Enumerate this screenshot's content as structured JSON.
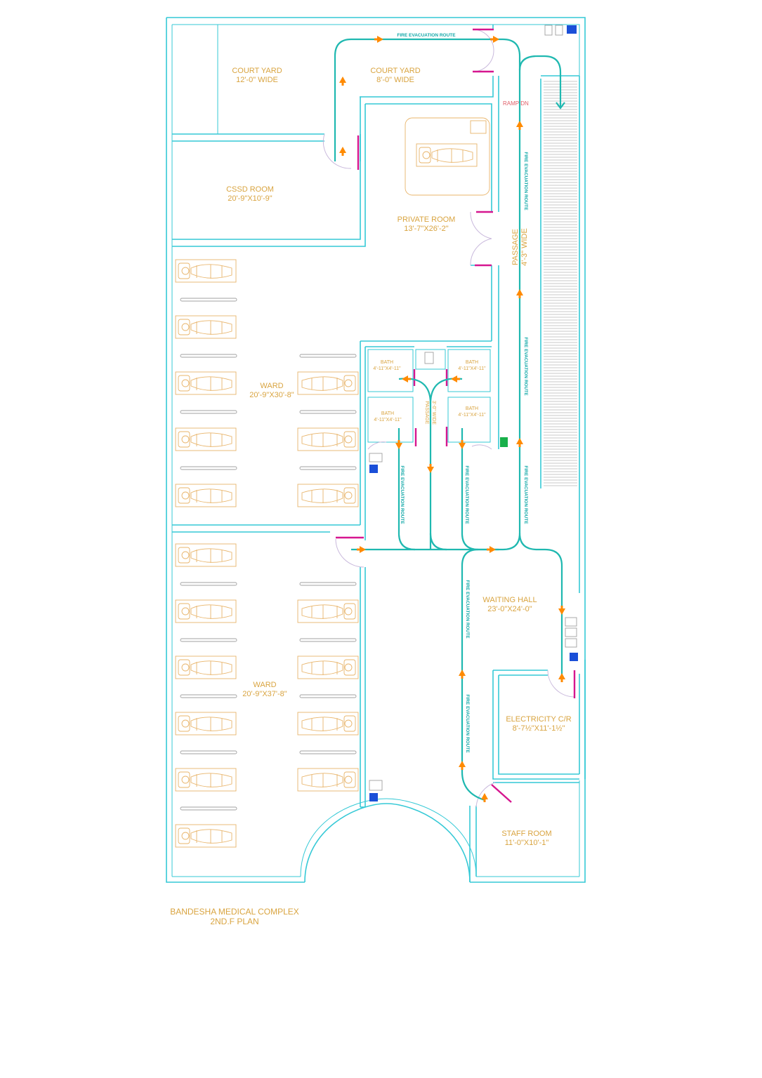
{
  "rooms": {
    "court_yard_1": {
      "name": "COURT YARD",
      "dim": "12'-0\" WIDE"
    },
    "court_yard_2": {
      "name": "COURT YARD",
      "dim": "8'-0\" WIDE"
    },
    "cssd": {
      "name": "CSSD ROOM",
      "dim": "20'-9\"X10'-9\""
    },
    "private_room": {
      "name": "PRIVATE ROOM",
      "dim": "13'-7\"X26'-2\""
    },
    "passage_main": {
      "name": "PASSAGE",
      "dim": "4'-3\" WIDE"
    },
    "ward_1": {
      "name": "WARD",
      "dim": "20'-9\"X30'-8\""
    },
    "ward_2": {
      "name": "WARD",
      "dim": "20'-9\"X37'-8\""
    },
    "bath_1": {
      "name": "BATH",
      "dim": "4'-11\"X4'-11\""
    },
    "bath_2": {
      "name": "BATH",
      "dim": "4'-11\"X4'-11\""
    },
    "bath_3": {
      "name": "BATH",
      "dim": "4'-11\"X4'-11\""
    },
    "bath_4": {
      "name": "BATH",
      "dim": "4'-11\"X4'-11\""
    },
    "passage_small": {
      "name": "PASSAGE",
      "dim": "3'-0\" WIDE"
    },
    "waiting_hall": {
      "name": "WAITING HALL",
      "dim": "23'-0\"X24'-0\""
    },
    "electricity": {
      "name": "ELECTRICITY C/R",
      "dim": "8'-7½\"X11'-1½\""
    },
    "staff_room": {
      "name": "STAFF ROOM",
      "dim": "11'-0\"X10'-1\""
    }
  },
  "labels": {
    "fire_route": "FIRE EVACUATION ROUTE",
    "ramp": "RAMP DN"
  },
  "title": {
    "line1": "BANDESHA MEDICAL COMPLEX",
    "line2": "2ND.F PLAN"
  },
  "colors": {
    "walls": "#35c9d6",
    "route": "#1fb8b0",
    "arrows": "#ff8a00",
    "text": "#d9a440",
    "doors": "#d6168f",
    "ramp_text": "#e0606a",
    "exit_sign": "#18b04a"
  }
}
